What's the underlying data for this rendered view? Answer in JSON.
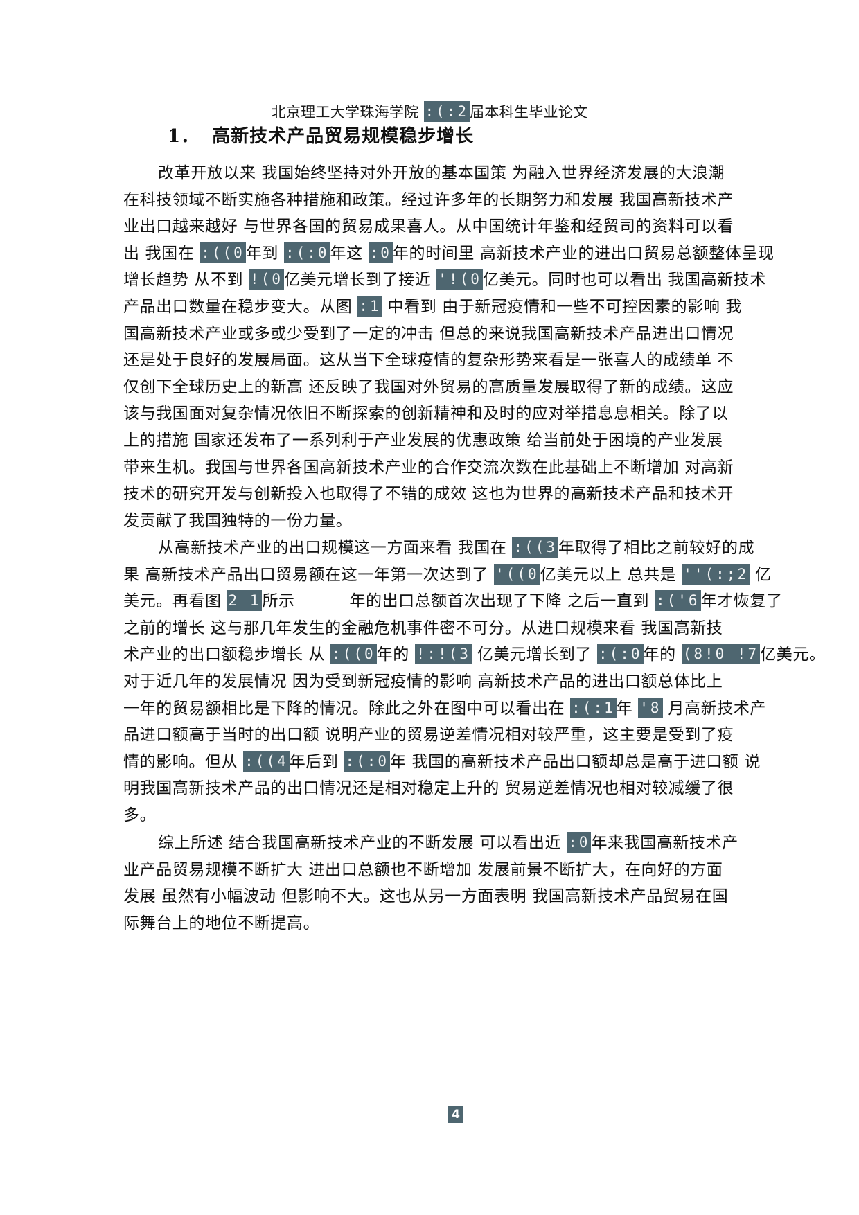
{
  "header": {
    "school": "北京理工大学珠海学院",
    "year_redacted": ":(:2",
    "suffix": "届本科生毕业论文"
  },
  "section": {
    "number": "1．",
    "title": "高新技术产品贸易规模稳步增长"
  },
  "paragraphs": [
    {
      "lines": [
        [
          "改革开放以来 我国始终坚持对外开放的基本国策 为融入世界经济发展的大浪潮"
        ],
        [
          "在科技领域不断实施各种措施和政策。经过许多年的长期努力和发展 我国高新技术产"
        ],
        [
          "业出口越来越好 与世界各国的贸易成果喜人。从中国统计年鉴和经贸司的资料可以看"
        ],
        [
          "出 我国在 ",
          {
            "r": ":((0"
          },
          "年到 ",
          {
            "r": ":(:0"
          },
          "年这 ",
          {
            "r": ":0"
          },
          "年的时间里 高新技术产业的进出口贸易总额整体呈现"
        ],
        [
          "增长趋势 从不到 ",
          {
            "r": "!(0"
          },
          "亿美元增长到了接近 ",
          {
            "r": "'!(0"
          },
          "亿美元。同时也可以看出 我国高新技术"
        ],
        [
          "产品出口数量在稳步变大。从图 ",
          {
            "r": ":1"
          },
          " 中看到 由于新冠疫情和一些不可控因素的影响 我"
        ],
        [
          "国高新技术产业或多或少受到了一定的冲击 但总的来说我国高新技术产品进出口情况"
        ],
        [
          "还是处于良好的发展局面。这从当下全球疫情的复杂形势来看是一张喜人的成绩单 不"
        ],
        [
          "仅创下全球历史上的新高 还反映了我国对外贸易的高质量发展取得了新的成绩。这应"
        ],
        [
          "该与我国面对复杂情况依旧不断探索的创新精神和及时的应对举措息息相关。除了以"
        ],
        [
          "上的措施 国家还发布了一系列利于产业发展的优惠政策 给当前处于困境的产业发展"
        ],
        [
          "带来生机。我国与世界各国高新技术产业的合作交流次数在此基础上不断增加 对高新"
        ],
        [
          "技术的研究开发与创新投入也取得了不错的成效 这也为世界的高新技术产品和技术开"
        ],
        [
          "发贡献了我国独特的一份力量。"
        ]
      ]
    },
    {
      "lines": [
        [
          "从高新技术产业的出口规模这一方面来看 我国在 ",
          {
            "r": ":((3"
          },
          "年取得了相比之前较好的成"
        ],
        [
          "果 高新技术产品出口贸易额在这一年第一次达到了 ",
          {
            "r": "'((0"
          },
          "亿美元以上 总共是 ",
          {
            "r": "''(:;2"
          },
          " 亿"
        ],
        [
          "美元。再看图 ",
          {
            "r": "2 1"
          },
          "所示 　　　年的出口总额首次出现了下降 之后一直到 ",
          {
            "r": ":('6"
          },
          "年才恢复了"
        ],
        [
          "之前的增长 这与那几年发生的金融危机事件密不可分。从进口规模来看 我国高新技"
        ],
        [
          "术产业的出口额稳步增长 从 ",
          {
            "r": ":((0"
          },
          "年的 ",
          {
            "r": "!:!(3"
          },
          " 亿美元增长到了 ",
          {
            "r": ":(:0"
          },
          "年的 ",
          {
            "r": "(8!0 !7"
          },
          "亿美元。"
        ],
        [
          "对于近几年的发展情况 因为受到新冠疫情的影响 高新技术产品的进出口额总体比上"
        ],
        [
          "一年的贸易额相比是下降的情况。除此之外在图中可以看出在 ",
          {
            "r": ":(:1"
          },
          "年 ",
          {
            "r": "'8"
          },
          " 月高新技术产"
        ],
        [
          "品进口额高于当时的出口额 说明产业的贸易逆差情况相对较严重，这主要是受到了疫"
        ],
        [
          "情的影响。但从 ",
          {
            "r": ":((4"
          },
          "年后到 ",
          {
            "r": ":(:0"
          },
          "年 我国的高新技术产品出口额却总是高于进口额 说"
        ],
        [
          "明我国高新技术产品的出口情况还是相对稳定上升的 贸易逆差情况也相对较减缓了很"
        ],
        [
          "多。"
        ]
      ]
    },
    {
      "lines": [
        [
          "综上所述 结合我国高新技术产业的不断发展 可以看出近 ",
          {
            "r": ":0"
          },
          "年来我国高新技术产"
        ],
        [
          "业产品贸易规模不断扩大 进出口总额也不断增加 发展前景不断扩大，在向好的方面"
        ],
        [
          "发展 虽然有小幅波动 但影响不大。这也从另一方面表明 我国高新技术产品贸易在国"
        ],
        [
          "际舞台上的地位不断提高。"
        ]
      ]
    }
  ],
  "page_number": "4",
  "colors": {
    "redaction": "#4e6670",
    "text": "#111111",
    "background": "#ffffff"
  }
}
